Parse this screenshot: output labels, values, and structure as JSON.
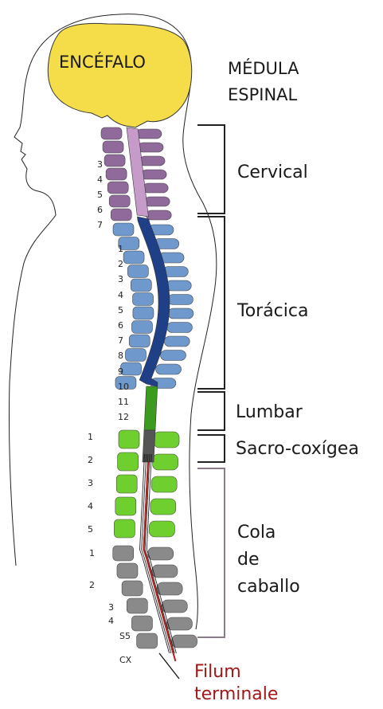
{
  "brain_label": "ENCÉFALO",
  "title": [
    "MÉDULA",
    "ESPINAL"
  ],
  "regions": {
    "cervical": "Cervical",
    "toracica": "Torácica",
    "lumbar": "Lumbar",
    "sacro": "Sacro-coxígea",
    "cola": [
      "Cola",
      "de",
      "caballo"
    ]
  },
  "filum": [
    "Filum",
    "terminale"
  ],
  "vertebra_numbers": {
    "cervical": [
      "3",
      "4",
      "5",
      "6",
      "7"
    ],
    "thoracic": [
      "1",
      "2",
      "3",
      "4",
      "5",
      "6",
      "7",
      "8",
      "9",
      "10",
      "11",
      "12"
    ],
    "lumbar": [
      "1",
      "2",
      "3",
      "4",
      "5"
    ],
    "sacral": [
      "1",
      "2",
      "3",
      "4",
      "S5",
      "CX"
    ]
  },
  "colors": {
    "brain": "#f5dd4a",
    "cervical": "#8f6a9a",
    "cervical_cord": "#c69bc9",
    "thoracic": "#6f98cc",
    "thoracic_cord": "#1f3f86",
    "lumbar": "#6fcf2f",
    "lumbar_cord": "#3c9a1e",
    "sacral": "#8a8a8a",
    "filum": "#b01e1e",
    "bracket": "#222222",
    "bracket_cola": "#8a7a8a"
  }
}
